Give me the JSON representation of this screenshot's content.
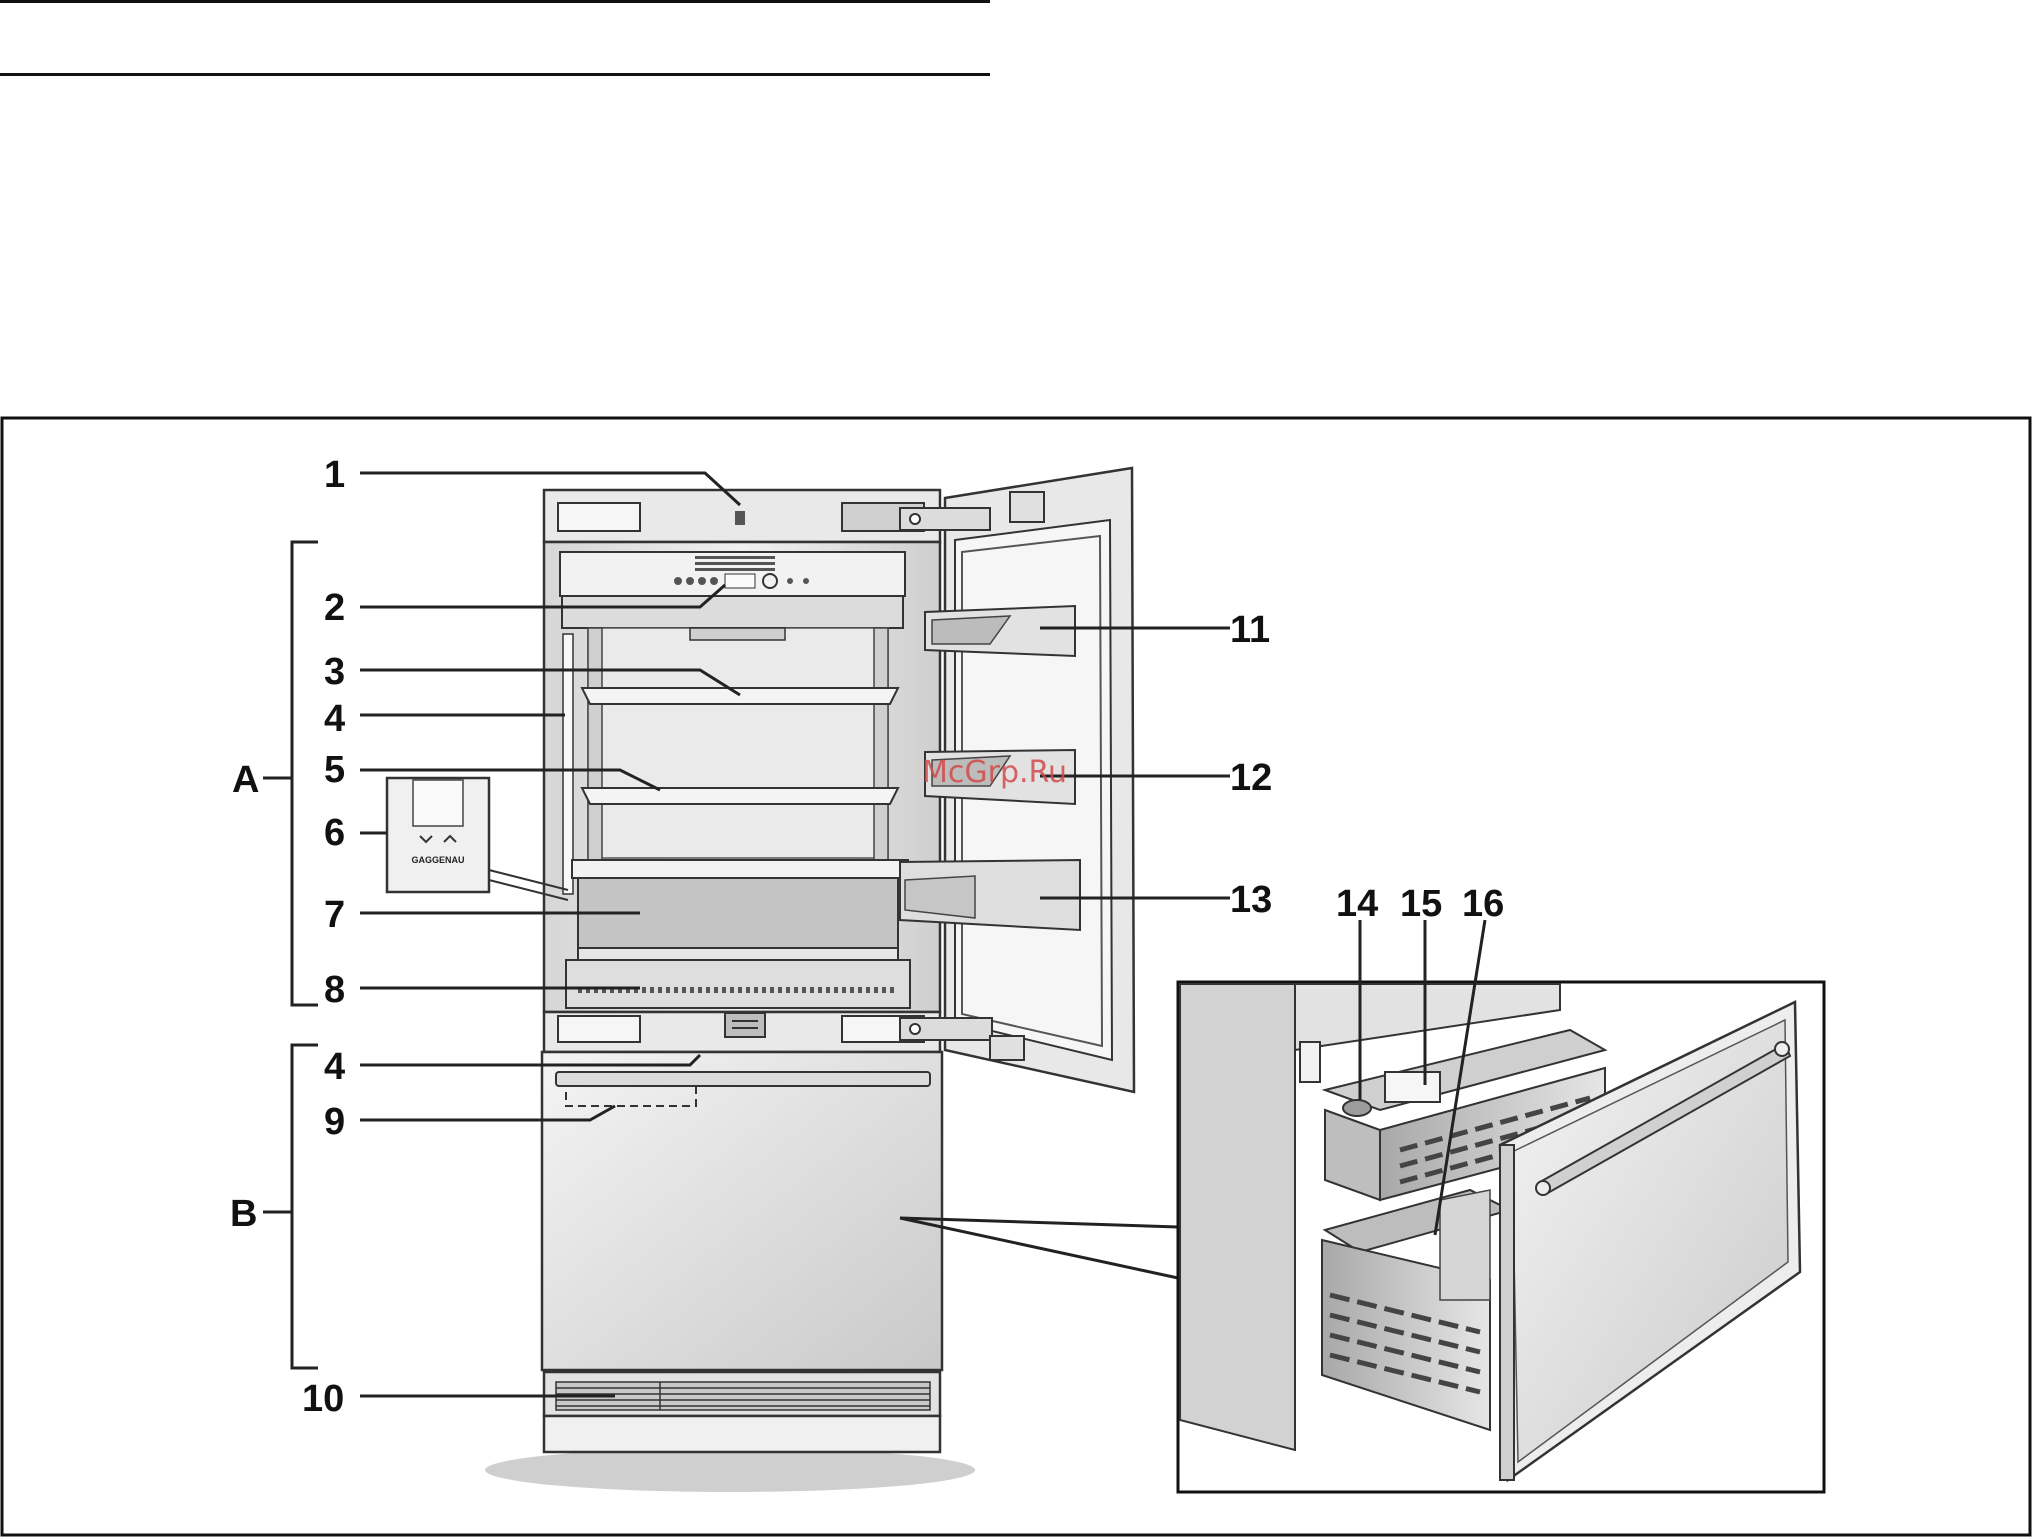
{
  "labels": {
    "l1": "1",
    "l2": "2",
    "l3": "3",
    "l4a": "4",
    "l5": "5",
    "l6": "6",
    "l7": "7",
    "l8": "8",
    "l4b": "4",
    "l9": "9",
    "l10": "10",
    "l11": "11",
    "l12": "12",
    "l13": "13",
    "l14": "14",
    "l15": "15",
    "l16": "16",
    "zoneA": "A",
    "zoneB": "B"
  },
  "panel_brand": "GAGGENAU",
  "watermark": "McGrp.Ru",
  "colors": {
    "ink": "#111111",
    "body": "#e4e4e4",
    "shade": "#bdbdbd",
    "dark": "#6b6b6b",
    "watermark": "#d24a4a"
  }
}
